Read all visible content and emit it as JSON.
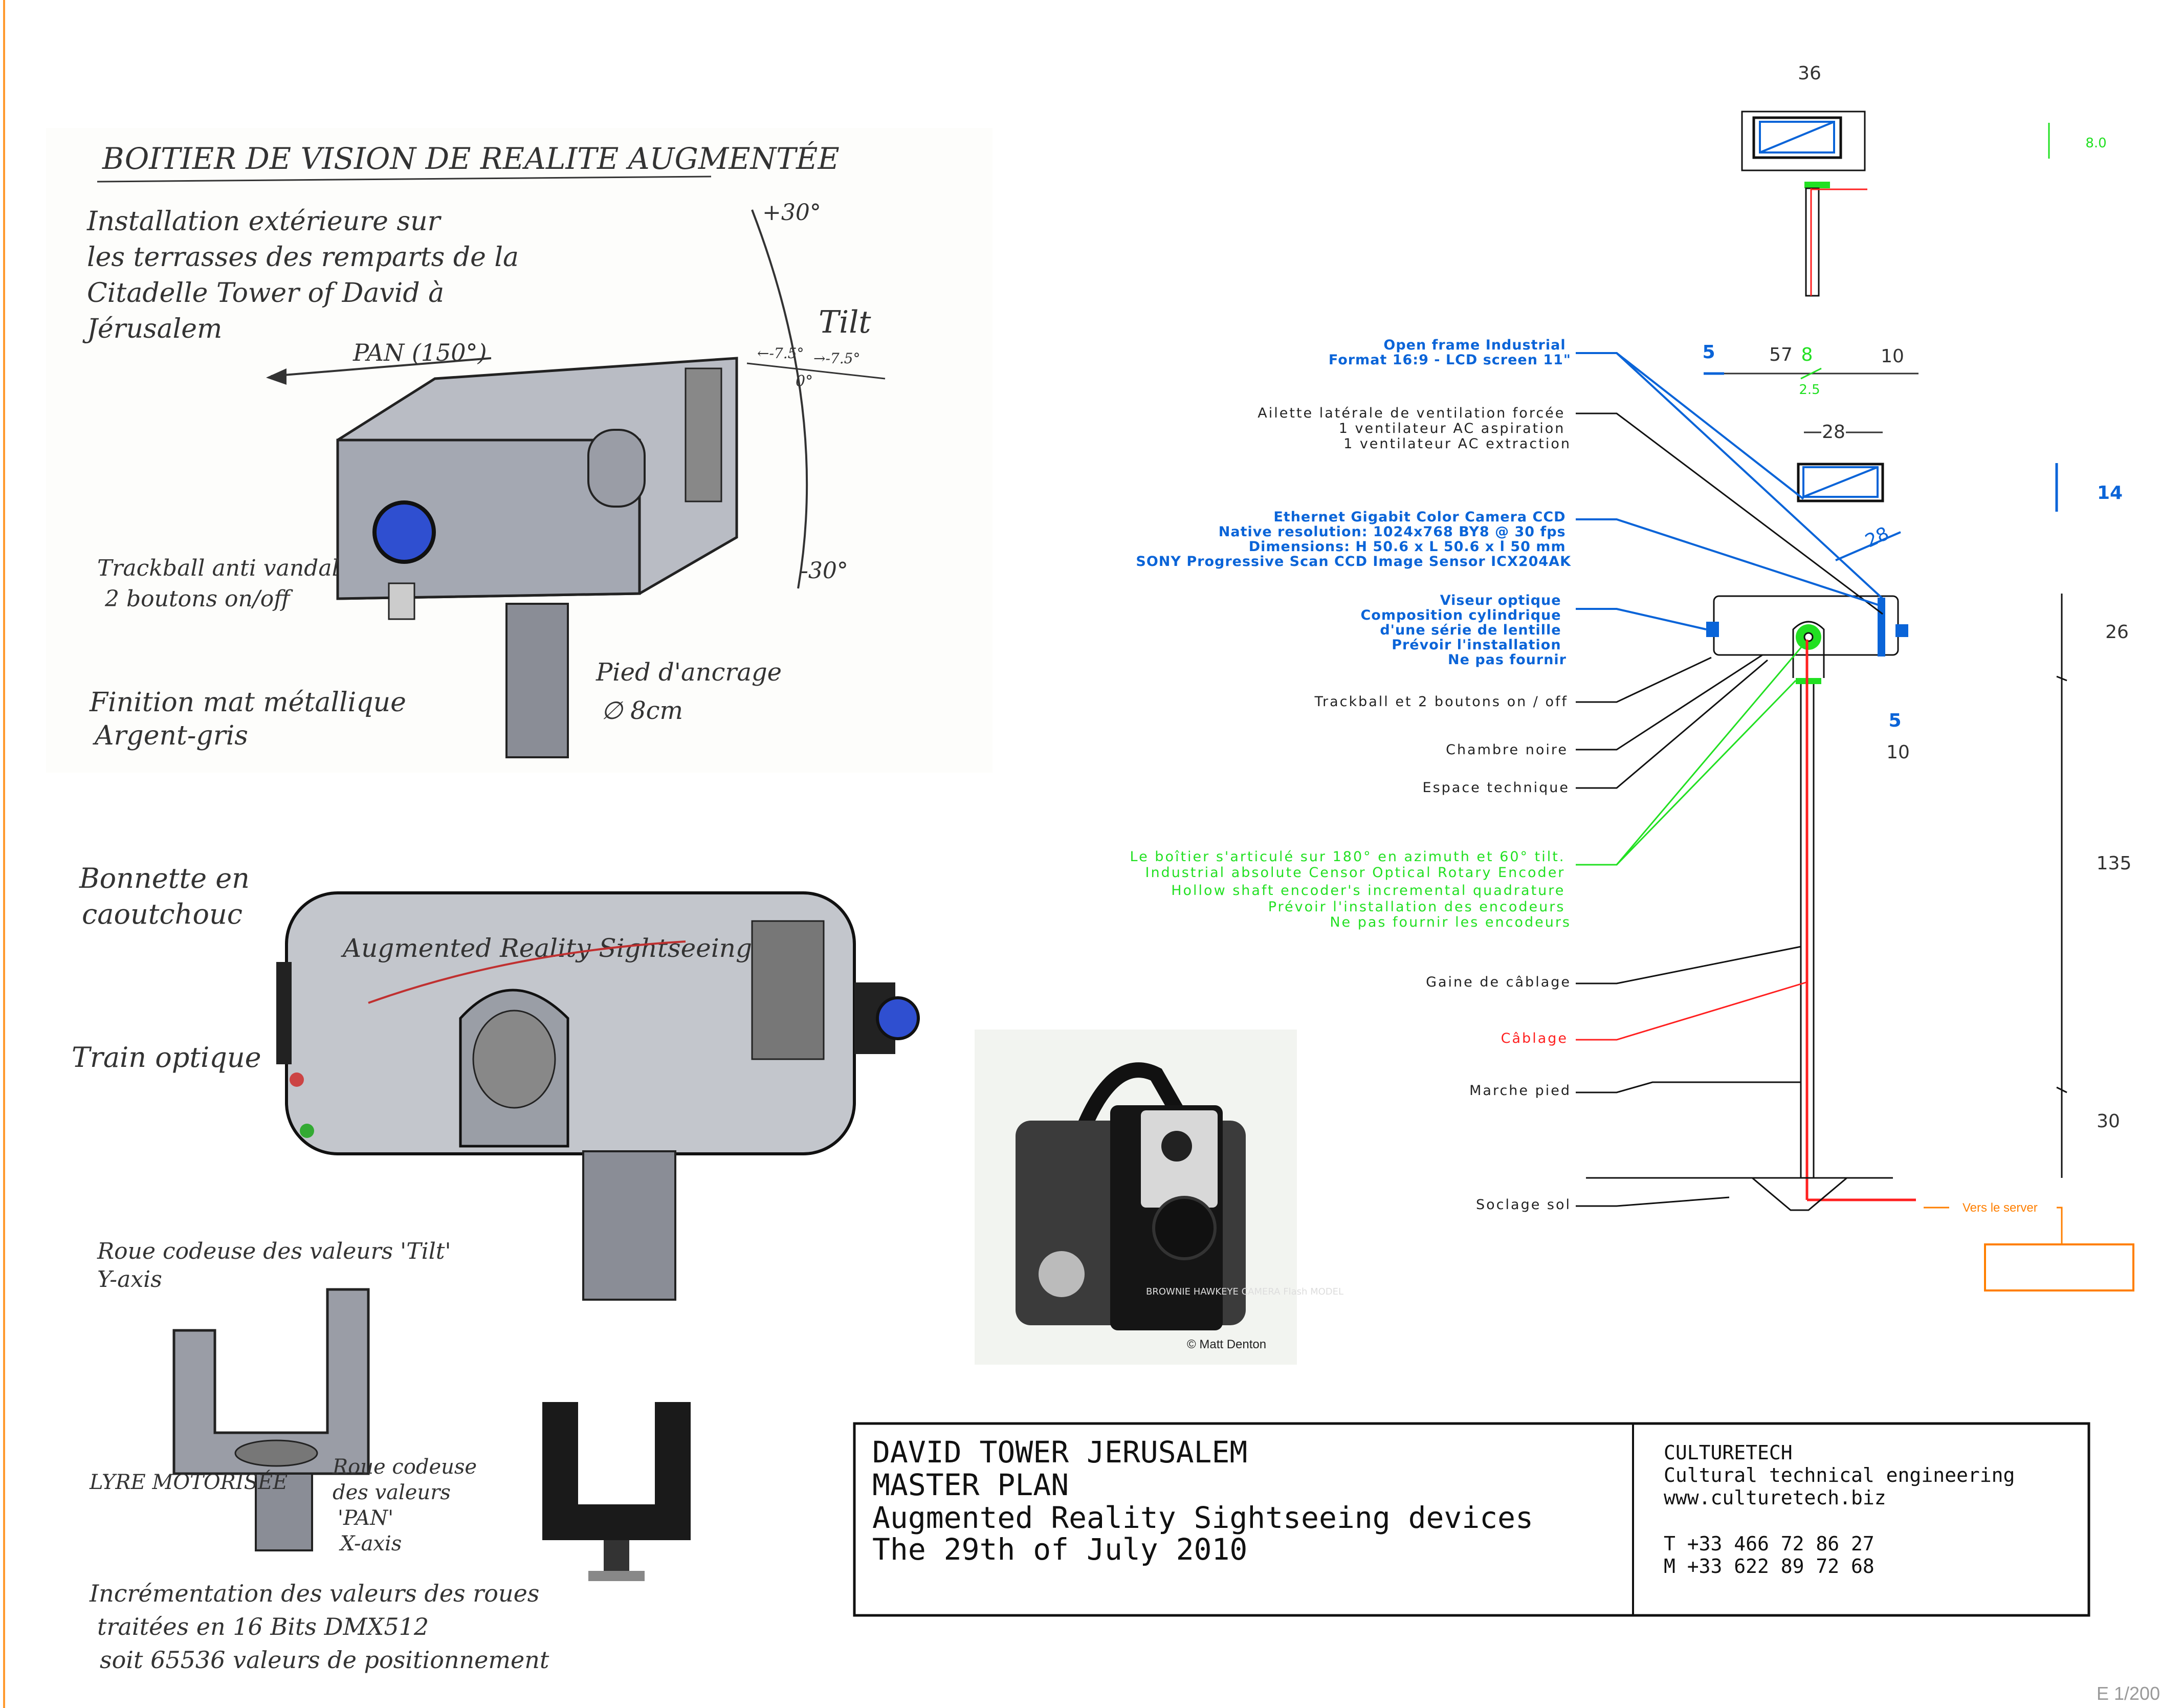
{
  "sketch_top": {
    "title": "BOITIER DE VISION DE REALITE AUGMENTÉE",
    "location_lines": [
      "Installation extérieure sur",
      "les terrasses des remparts de la",
      "Citadelle Tower of David à",
      "Jérusalem"
    ],
    "pan": "PAN (150°)",
    "tilt": "Tilt",
    "tilt_up": "+30°",
    "tilt_down": "-30°",
    "offset_left": "←-7.5°",
    "offset_right": "→-7.5°",
    "zero": "0°",
    "trackball_lines": [
      "Trackball anti vandal",
      "2 boutons on/off"
    ],
    "finish_lines": [
      "Finition mat métallique",
      "Argent-gris"
    ],
    "foot_lines": [
      "Pied d'ancrage",
      "∅ 8cm"
    ]
  },
  "sketch_side": {
    "hood_lines": [
      "Bonnette en",
      "caoutchouc"
    ],
    "optics": "Train optique",
    "brand": "Augmented Reality Sightseeing"
  },
  "sketch_lyre": {
    "tilt_wheel_lines": [
      "Roue codeuse des valeurs 'Tilt'",
      "Y-axis"
    ],
    "lyre": "LYRE MOTORISÉE",
    "pan_wheel_lines": [
      "Roue codeuse",
      "des valeurs",
      "'PAN'",
      "X-axis"
    ],
    "increment_lines": [
      "Incrémentation des valeurs des roues",
      "traitées en 16 Bits DMX512",
      "soit 65536 valeurs de positionnement"
    ]
  },
  "photo": {
    "credit": "© Matt Denton",
    "camera_logo": "BROWNIE HAWKEYE CAMERA Flash MODEL"
  },
  "annotations": {
    "screen": [
      "Open frame Industrial",
      "Format 16:9 - LCD screen 11\""
    ],
    "vent": [
      "Ailette latérale de ventilation forcée",
      "1 ventilateur AC aspiration",
      "1 ventilateur AC extraction"
    ],
    "camera": [
      "Ethernet Gigabit Color Camera CCD",
      "Native resolution: 1024x768 BY8 @ 30 fps",
      "Dimensions: H 50.6 x L 50.6  x l 50 mm",
      "SONY Progressive Scan CCD Image Sensor ICX204AK"
    ],
    "viewer": [
      "Viseur optique",
      "Composition cylindrique",
      "d'une série de lentille",
      "Prévoir l'installation",
      "Ne pas fournir"
    ],
    "trackball": "Trackball et 2 boutons on / off",
    "darkroom": "Chambre noire",
    "tech_space": "Espace technique",
    "encoder": [
      "Le boîtier s'articulé sur 180° en azimuth et 60° tilt.",
      "Industrial absolute Censor Optical Rotary Encoder",
      "Hollow shaft encoder's incremental quadrature",
      "Prévoir l'installation des encodeurs",
      "Ne pas fournir les encodeurs"
    ],
    "conduit": "Gaine de câblage",
    "cabling": "Câblage",
    "step": "Marche pied",
    "base": "Soclage sol",
    "server": "Vers le server"
  },
  "dimensions": {
    "width_top": "36",
    "green_top": "8.0",
    "d5a": "5",
    "d57": "57",
    "d8": "8",
    "d10a": "10",
    "d2_5": "2.5",
    "d28a": "28",
    "d14": "14",
    "d28b": "28",
    "d26": "26",
    "d5b": "5",
    "d10b": "10",
    "d135": "135",
    "d30": "30"
  },
  "title_block": {
    "project": [
      "DAVID TOWER JERUSALEM",
      "MASTER PLAN",
      "Augmented Reality Sightseeing devices",
      "The 29th of July 2010"
    ],
    "company": [
      "CULTURETECH",
      "Cultural technical engineering",
      "www.culturetech.biz"
    ],
    "phones": [
      "T +33 466 72 86 27",
      "M +33 622 89 72 68"
    ]
  },
  "scale": "E 1/200",
  "colors": {
    "blue": "#0a64d8",
    "green": "#22e022",
    "red": "#ff2020",
    "orange": "#ff7f00"
  }
}
